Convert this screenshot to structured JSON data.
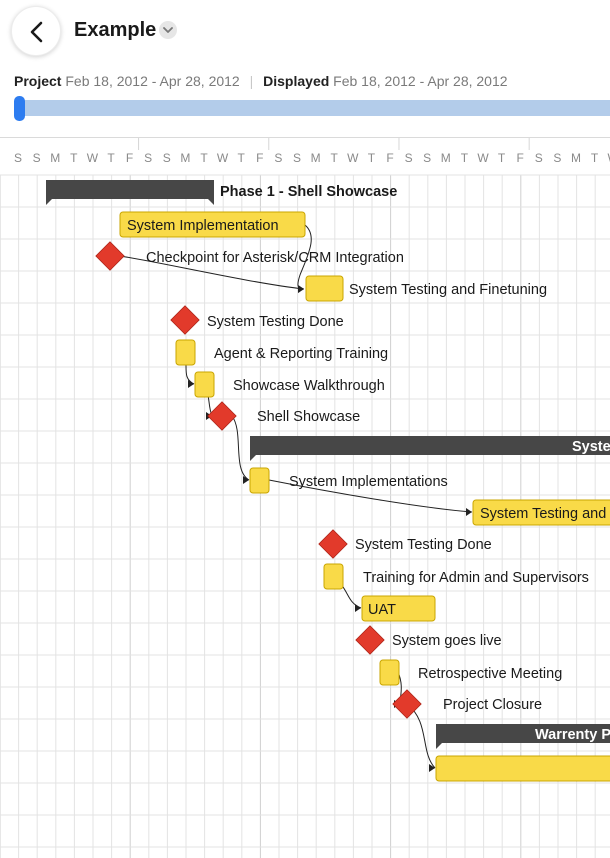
{
  "header": {
    "title": "Example",
    "back_icon": "chevron-left-icon",
    "title_menu_icon": "chevron-down-icon"
  },
  "range": {
    "project_label": "Project",
    "project_value": "Feb 18, 2012 - Apr 28, 2012",
    "displayed_label": "Displayed",
    "displayed_value": "Feb 18, 2012 - Apr 28, 2012"
  },
  "timeline": {
    "day_letters": [
      "S",
      "S",
      "M",
      "T",
      "W",
      "T",
      "F",
      "S",
      "S",
      "M",
      "T",
      "W",
      "T",
      "F",
      "S",
      "S",
      "M",
      "T",
      "W",
      "T",
      "F",
      "S",
      "S",
      "M",
      "T",
      "W",
      "T",
      "F",
      "S",
      "S",
      "M",
      "T",
      "W"
    ]
  },
  "colors": {
    "task": "#f9da48",
    "task_border": "#c9a500",
    "milestone": "#e23a2b",
    "summary": "#474747",
    "grid": "#e2e2e2",
    "accent": "#2d7cf0",
    "range_track": "#b3ccea"
  },
  "gantt": {
    "summaries": [
      {
        "label": "Phase 1 - Shell Showcase"
      },
      {
        "label": "Syste"
      },
      {
        "label": "Warrenty P"
      }
    ],
    "tasks": [
      {
        "label": "System Implementation"
      },
      {
        "label": "System Testing and Finetuning"
      },
      {
        "label": "Agent & Reporting Training"
      },
      {
        "label": "Showcase Walkthrough"
      },
      {
        "label": "System Implementations"
      },
      {
        "label": "System Testing and"
      },
      {
        "label": "Training for Admin and Supervisors"
      },
      {
        "label": "UAT"
      },
      {
        "label": "Retrospective Meeting"
      },
      {
        "label": ""
      }
    ],
    "milestones": [
      {
        "label": "Checkpoint for Asterisk/CRM Integration"
      },
      {
        "label": "System Testing Done"
      },
      {
        "label": "Shell Showcase"
      },
      {
        "label": "System Testing Done"
      },
      {
        "label": "System goes live"
      },
      {
        "label": "Project Closure"
      }
    ]
  }
}
